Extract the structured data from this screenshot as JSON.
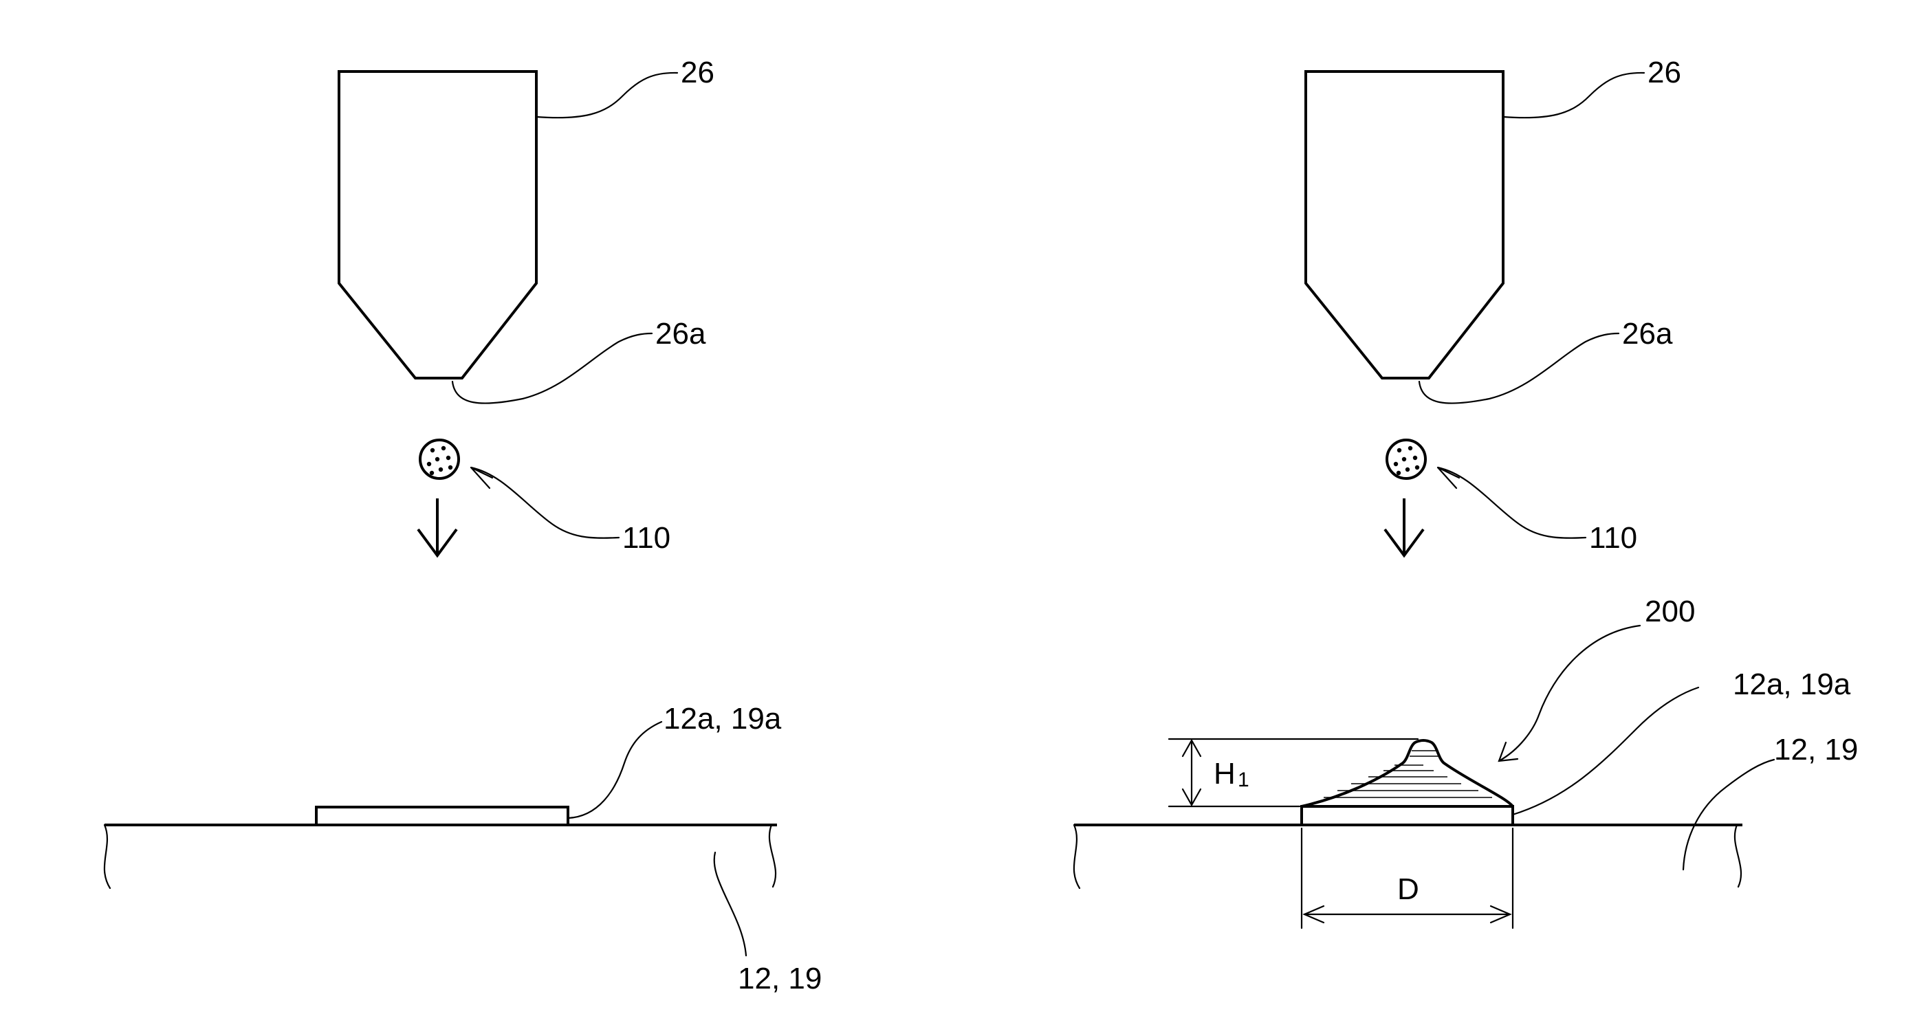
{
  "left_panel": {
    "nozzle_label": "26",
    "nozzle_tip_label": "26a",
    "droplet_label": "110",
    "pad_label": "12a,  19a",
    "substrate_label": "12, 19"
  },
  "right_panel": {
    "nozzle_label": "26",
    "nozzle_tip_label": "26a",
    "droplet_label": "110",
    "bump_label": "200",
    "pad_label": "12a,  19a",
    "substrate_label": "12, 19",
    "height_label": "H",
    "height_subscript": "1",
    "diameter_label": "D"
  },
  "colors": {
    "line": "#000000",
    "background": "#ffffff"
  }
}
